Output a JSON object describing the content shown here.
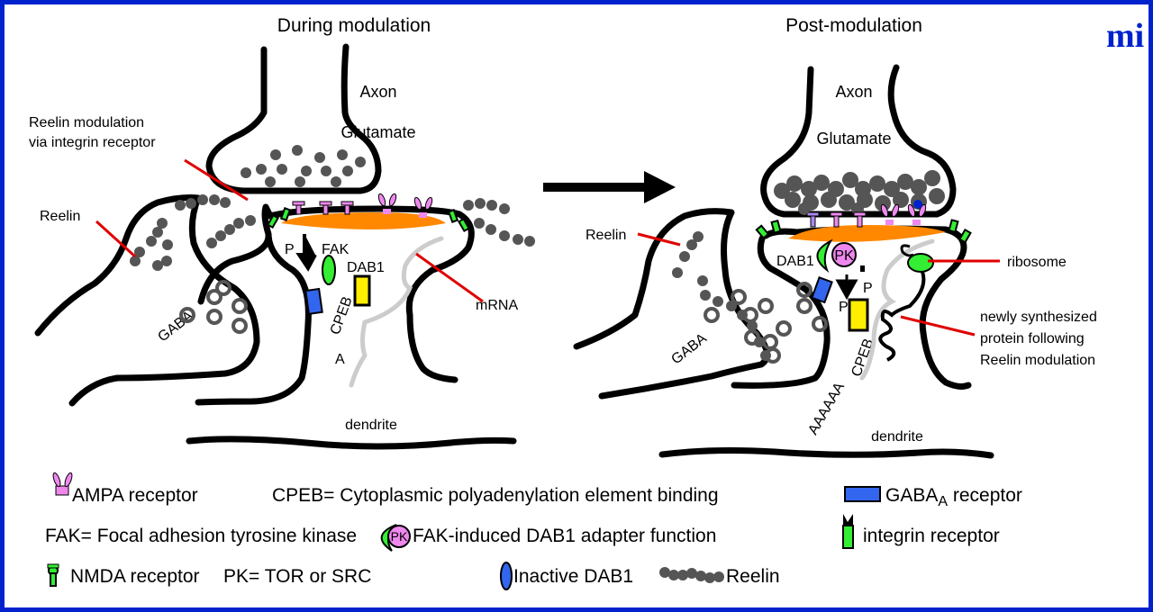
{
  "panels": {
    "left": {
      "title": "During modulation",
      "axon": "Axon",
      "glutamate": "Glutamate",
      "reelin_integrin_note_line1": "Reelin modulation",
      "reelin_integrin_note_line2": "via integrin receptor",
      "reelin": "Reelin",
      "gaba": "GABA",
      "p": "P",
      "fak": "FAK",
      "dab1": "DAB1",
      "cpeb": "CPEB",
      "a": "A",
      "mrna": "mRNA",
      "dendrite": "dendrite"
    },
    "right": {
      "title": "Post-modulation",
      "axon": "Axon",
      "glutamate": "Glutamate",
      "reelin": "Reelin",
      "gaba": "GABA",
      "dab1": "DAB1",
      "pk": "PK",
      "p1": "P",
      "p2": "P",
      "cpeb": "CPEB",
      "polya": "AAAAAA",
      "ribosome": "ribosome",
      "protein_line1": "newly synthesized",
      "protein_line2": "protein following",
      "protein_line3": "Reelin modulation",
      "dendrite": "dendrite"
    }
  },
  "logo": "mi",
  "legend": {
    "ampa": "AMPA receptor",
    "cpeb_def": "CPEB= Cytoplasmic polyadenylation element binding",
    "gabaa_prefix": "GABA",
    "gabaa_sub": "A",
    "gabaa_suffix": " receptor",
    "fak_def": "FAK= Focal adhesion tyrosine kinase",
    "pk_icon_text": "PK",
    "fak_dab1": "FAK-induced DAB1 adapter function",
    "integrin": "integrin receptor",
    "nmda": "NMDA receptor",
    "pk_def": "PK= TOR or SRC",
    "inactive_dab1": "Inactive DAB1",
    "reelin": "Reelin"
  },
  "colors": {
    "frame": "#0022cc",
    "postsynaptic_density": "#ff8800",
    "ampa": "#ee88ee",
    "nmda": "#33ee33",
    "integrin": "#33ee33",
    "gabaa": "#3366ee",
    "dab1_active": "#ffee00",
    "reelin": "#555555",
    "annotation_line": "#e00000"
  }
}
